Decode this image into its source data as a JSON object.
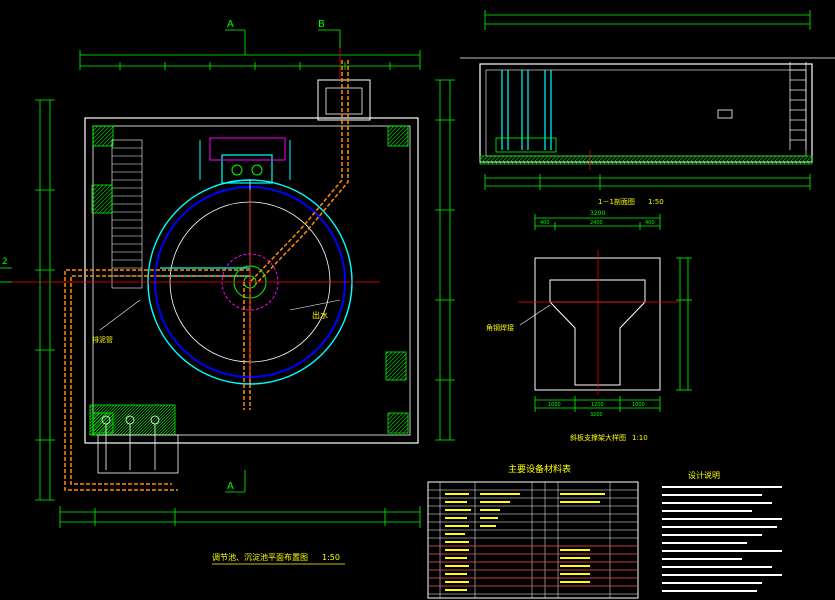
{
  "plan": {
    "section_a": "A",
    "section_b": "B",
    "left_mark": "2",
    "title": "调节池、沉淀池平面布置图",
    "title_scale": "1:50",
    "label_outlet": "出水",
    "pipe_note": "排泥管"
  },
  "section": {
    "title": "1－1剖面图",
    "scale": "1:50"
  },
  "hopper": {
    "dim_top": "3200",
    "dim_a": "400",
    "dim_b": "2400",
    "dim_c": "400",
    "dim_bottom_a": "1000",
    "dim_bottom_b": "1200",
    "dim_bottom_c": "1000",
    "dim_total_bottom": "3200",
    "label_plate": "角钢焊接",
    "title": "斜板支撑架大样图",
    "scale": "1:10"
  },
  "table": {
    "title": "主要设备材料表"
  },
  "notes": {
    "title": "设计说明"
  },
  "colors": {
    "background": "#000000",
    "wall": "#ffffff",
    "dimension": "#00ff00",
    "tank": "#00ffff",
    "inner": "#0000ff",
    "pipe": "#ff8c00",
    "axis": "#ff0000",
    "hatch": "#00aa00",
    "magenta": "#ff00ff",
    "text": "#ffff00"
  }
}
